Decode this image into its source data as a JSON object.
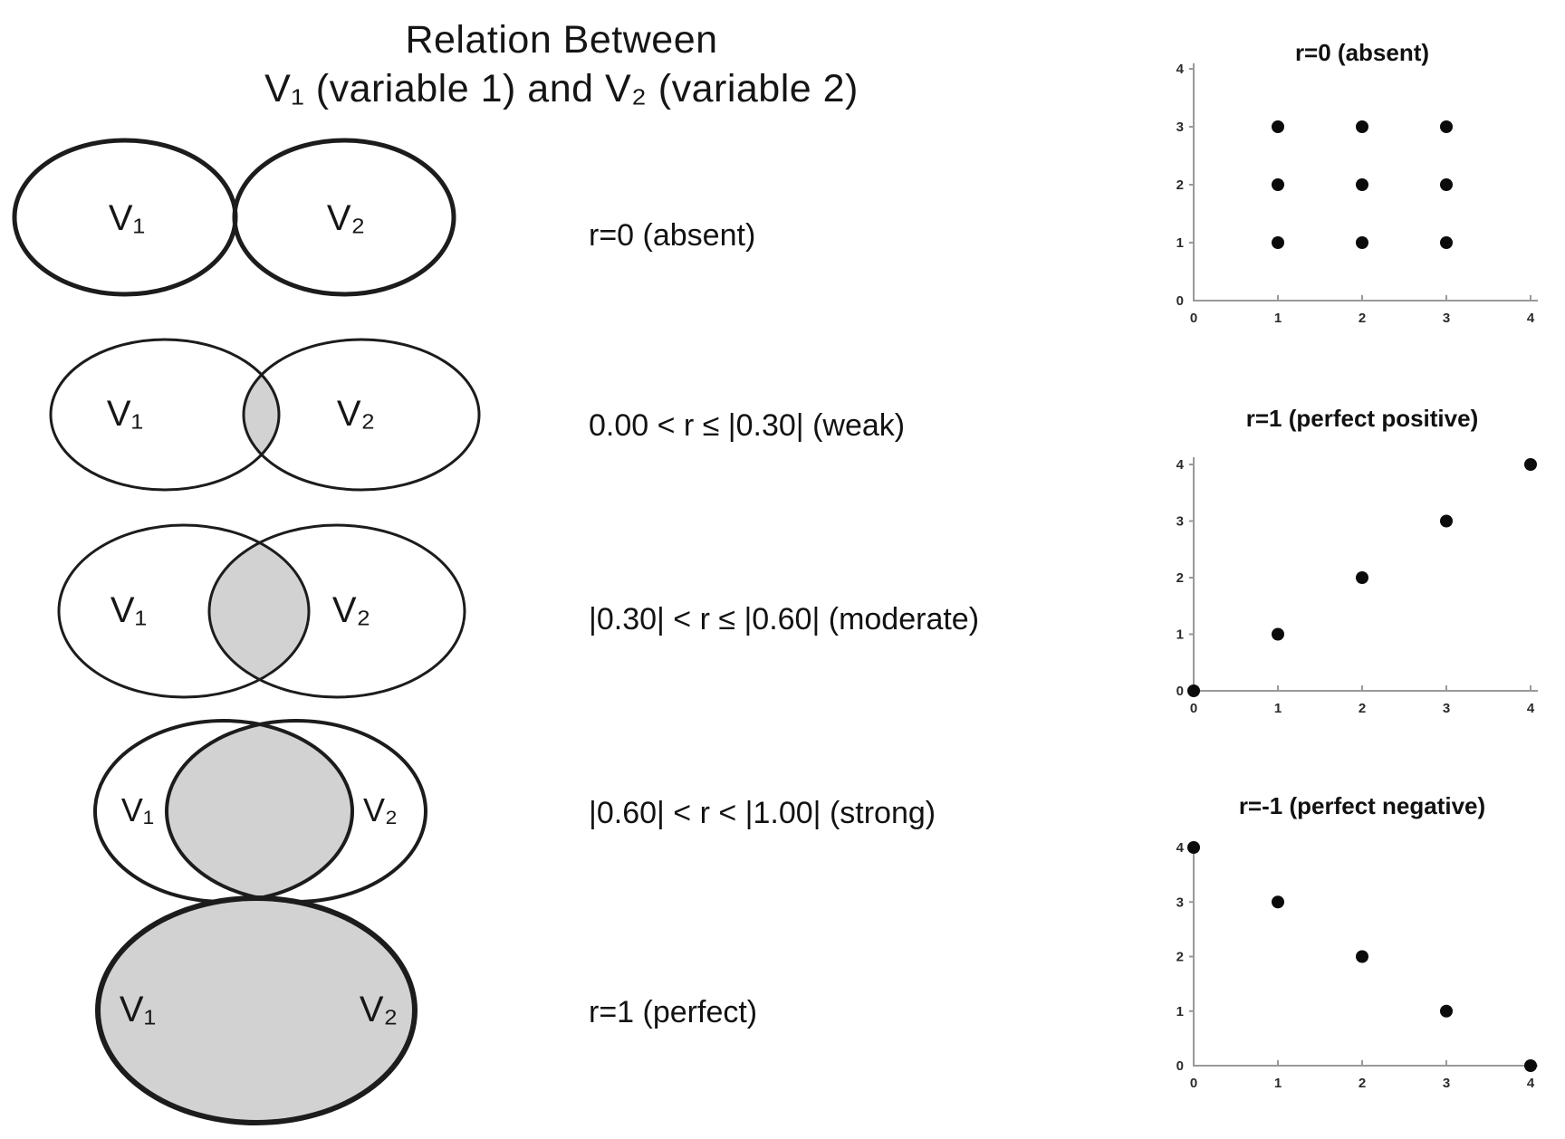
{
  "title": {
    "line1": "Relation Between",
    "line2": "V₁ (variable 1) and V₂ (variable 2)"
  },
  "venn": {
    "shade_color": "#d2d2d2",
    "stroke_color": "#1c1c1c",
    "rows": [
      {
        "id": "absent",
        "v1": "V₁",
        "v2": "V₂",
        "overlap": "none",
        "shaded": false,
        "relation_label": "r=0 (absent)"
      },
      {
        "id": "weak",
        "v1": "V₁",
        "v2": "V₂",
        "overlap": "small",
        "shaded": true,
        "relation_label": "0.00 < r ≤ |0.30| (weak)"
      },
      {
        "id": "moderate",
        "v1": "V₁",
        "v2": "V₂",
        "overlap": "medium",
        "shaded": true,
        "relation_label": "|0.30| < r ≤ |0.60| (moderate)"
      },
      {
        "id": "strong",
        "v1": "V₁",
        "v2": "V₂",
        "overlap": "large",
        "shaded": true,
        "relation_label": "|0.60| < r < |1.00| (strong)"
      },
      {
        "id": "perfect",
        "v1": "V₁",
        "v2": "V₂",
        "overlap": "complete",
        "shaded": true,
        "relation_label": "r=1 (perfect)"
      }
    ]
  },
  "chart_data": [
    {
      "type": "scatter",
      "title": "r=0 (absent)",
      "x": [
        1,
        2,
        3,
        1,
        2,
        3,
        1,
        2,
        3
      ],
      "y": [
        3,
        3,
        3,
        2,
        2,
        2,
        1,
        1,
        1
      ],
      "xlim": [
        0,
        4
      ],
      "ylim": [
        0,
        4
      ],
      "xticks": [
        0,
        1,
        2,
        3,
        4
      ],
      "yticks": [
        0,
        1,
        2,
        3,
        4
      ],
      "xlabel": "",
      "ylabel": "",
      "grid": false,
      "legend": "none"
    },
    {
      "type": "scatter",
      "title": "r=1 (perfect positive)",
      "x": [
        0,
        1,
        2,
        3,
        4
      ],
      "y": [
        0,
        1,
        2,
        3,
        4
      ],
      "xlim": [
        0,
        4
      ],
      "ylim": [
        0,
        4
      ],
      "xticks": [
        0,
        1,
        2,
        3,
        4
      ],
      "yticks": [
        0,
        1,
        2,
        3,
        4
      ],
      "xlabel": "",
      "ylabel": "",
      "grid": false,
      "legend": "none"
    },
    {
      "type": "scatter",
      "title": "r=-1 (perfect negative)",
      "x": [
        0,
        1,
        2,
        3,
        4
      ],
      "y": [
        4,
        3,
        2,
        1,
        0
      ],
      "xlim": [
        0,
        4
      ],
      "ylim": [
        0,
        4
      ],
      "xticks": [
        0,
        1,
        2,
        3,
        4
      ],
      "yticks": [
        0,
        1,
        2,
        3,
        4
      ],
      "xlabel": "",
      "ylabel": "",
      "grid": false,
      "legend": "none"
    }
  ],
  "colors": {
    "axis": "#999999",
    "tick_label": "#2b2b2b",
    "marker": "#0b0b0b",
    "plot_title": "#111111",
    "venn_label": "#161616"
  }
}
